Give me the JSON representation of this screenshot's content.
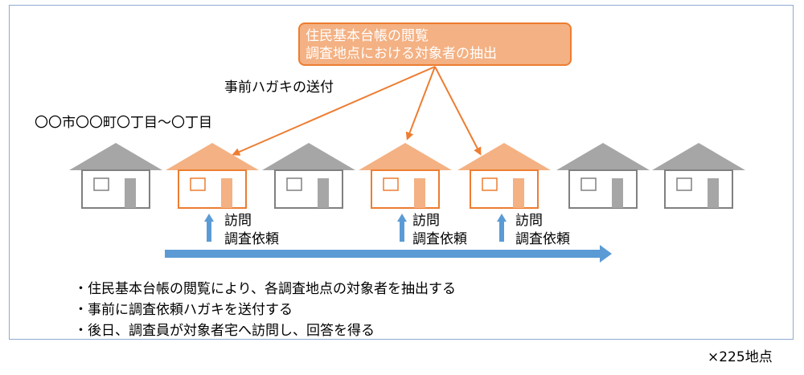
{
  "callout": {
    "line1": "住民基本台帳の閲覧",
    "line2": "調査地点における対象者の抽出"
  },
  "postcard_label": "事前ハガキの送付",
  "area_label": "〇〇市〇〇町〇丁目～〇丁目",
  "visits": [
    {
      "line1": "訪問",
      "line2": "調査依頼"
    },
    {
      "line1": "訪問",
      "line2": "調査依頼"
    },
    {
      "line1": "訪問",
      "line2": "調査依頼"
    }
  ],
  "notes": [
    "・住民基本台帳の閲覧により、各調査地点の対象者を抽出する",
    "・事前に調査依頼ハガキを送付する",
    "・後日、調査員が対象者宅へ訪問し、回答を得る"
  ],
  "footnote": "×225地点",
  "houses": [
    {
      "selected": false
    },
    {
      "selected": true
    },
    {
      "selected": false
    },
    {
      "selected": true
    },
    {
      "selected": true
    },
    {
      "selected": false
    },
    {
      "selected": false
    }
  ],
  "colors": {
    "selected_fill": "#f4b183",
    "selected_outline": "#ed7d31",
    "unselected_fill": "#a6a6a6",
    "unselected_outline": "#808080",
    "arrow_blue": "#5b9bd5",
    "frame": "#8eaad2"
  }
}
